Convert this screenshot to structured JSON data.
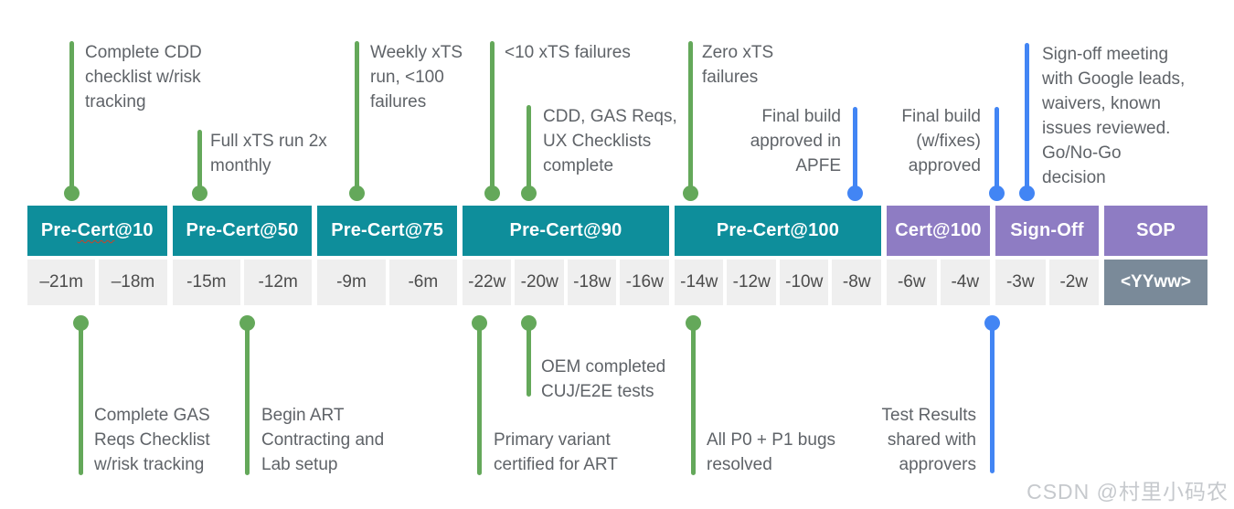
{
  "palette": {
    "teal": "#0e8e9b",
    "purple": "#8e7cc3",
    "slate": "#7a8a99",
    "green": "#64a85a",
    "blue": "#4285f4",
    "cell_bg": "#efefef",
    "annotation_text": "#5f6368",
    "header_text": "#ffffff",
    "squiggle_red": "#cc4125"
  },
  "timeline": {
    "phases": [
      {
        "label": "Pre-Cert@10",
        "color": "teal",
        "misspell": "Cert",
        "cells": [
          {
            "label": "–21m",
            "unit": "m"
          },
          {
            "label": "–18m",
            "unit": "m"
          }
        ]
      },
      {
        "label": "Pre-Cert@50",
        "color": "teal",
        "cells": [
          {
            "label": "-15m",
            "unit": "m"
          },
          {
            "label": "-12m",
            "unit": "m"
          }
        ]
      },
      {
        "label": "Pre-Cert@75",
        "color": "teal",
        "cells": [
          {
            "label": "-9m",
            "unit": "m"
          },
          {
            "label": "-6m",
            "unit": "m"
          }
        ]
      },
      {
        "label": "Pre-Cert@90",
        "color": "teal",
        "cells": [
          {
            "label": "-22w",
            "unit": "w"
          },
          {
            "label": "-20w",
            "unit": "w"
          },
          {
            "label": "-18w",
            "unit": "w"
          },
          {
            "label": "-16w",
            "unit": "w"
          }
        ]
      },
      {
        "label": "Pre-Cert@100",
        "color": "teal",
        "cells": [
          {
            "label": "-14w",
            "unit": "w"
          },
          {
            "label": "-12w",
            "unit": "w"
          },
          {
            "label": "-10w",
            "unit": "w"
          },
          {
            "label": "-8w",
            "unit": "w"
          }
        ]
      },
      {
        "label": "Cert@100",
        "color": "purple",
        "cells": [
          {
            "label": "-6w",
            "unit": "w"
          },
          {
            "label": "-4w",
            "unit": "w"
          }
        ]
      },
      {
        "label": "Sign-Off",
        "color": "purple",
        "cells": [
          {
            "label": "-3w",
            "unit": "w"
          },
          {
            "label": "-2w",
            "unit": "w"
          }
        ]
      },
      {
        "label": "SOP",
        "color": "purple",
        "cells": [
          {
            "label": "<YYww>",
            "unit": "sop",
            "style": "slate"
          }
        ]
      }
    ]
  },
  "annotations": {
    "top": [
      {
        "color": "green",
        "lines": [
          "Complete CDD",
          "checklist w/risk",
          "tracking"
        ]
      },
      {
        "color": "green",
        "lines": [
          "Full xTS run 2x",
          "monthly"
        ]
      },
      {
        "color": "green",
        "lines": [
          "Weekly xTS",
          "run, <100",
          "failures"
        ]
      },
      {
        "color": "green",
        "lines": [
          "<10 xTS failures"
        ]
      },
      {
        "color": "green",
        "lines": [
          "CDD, GAS Reqs,",
          "UX Checklists",
          "complete"
        ]
      },
      {
        "color": "green",
        "lines": [
          "Zero xTS",
          "failures"
        ]
      },
      {
        "color": "blue",
        "lines": [
          "Final build",
          "approved in",
          "APFE"
        ]
      },
      {
        "color": "blue",
        "lines": [
          "Final build",
          "(w/fixes)",
          "approved"
        ]
      },
      {
        "color": "blue",
        "lines": [
          "Sign-off meeting",
          "with Google leads,",
          "waivers, known",
          "issues reviewed.",
          "Go/No-Go",
          "decision"
        ]
      }
    ],
    "bottom": [
      {
        "color": "green",
        "lines": [
          "Complete GAS",
          "Reqs Checklist",
          "w/risk tracking"
        ]
      },
      {
        "color": "green",
        "lines": [
          "Begin ART",
          "Contracting and",
          "Lab setup"
        ]
      },
      {
        "color": "green",
        "lines": [
          "Primary variant",
          "certified for ART"
        ]
      },
      {
        "color": "green",
        "lines": [
          "OEM completed",
          "CUJ/E2E tests"
        ]
      },
      {
        "color": "green",
        "lines": [
          "All P0 + P1 bugs",
          "resolved"
        ]
      },
      {
        "color": "blue",
        "lines": [
          "Test Results",
          "shared with",
          "approvers"
        ]
      }
    ]
  },
  "watermark": {
    "text": "CSDN @村里小码农"
  }
}
